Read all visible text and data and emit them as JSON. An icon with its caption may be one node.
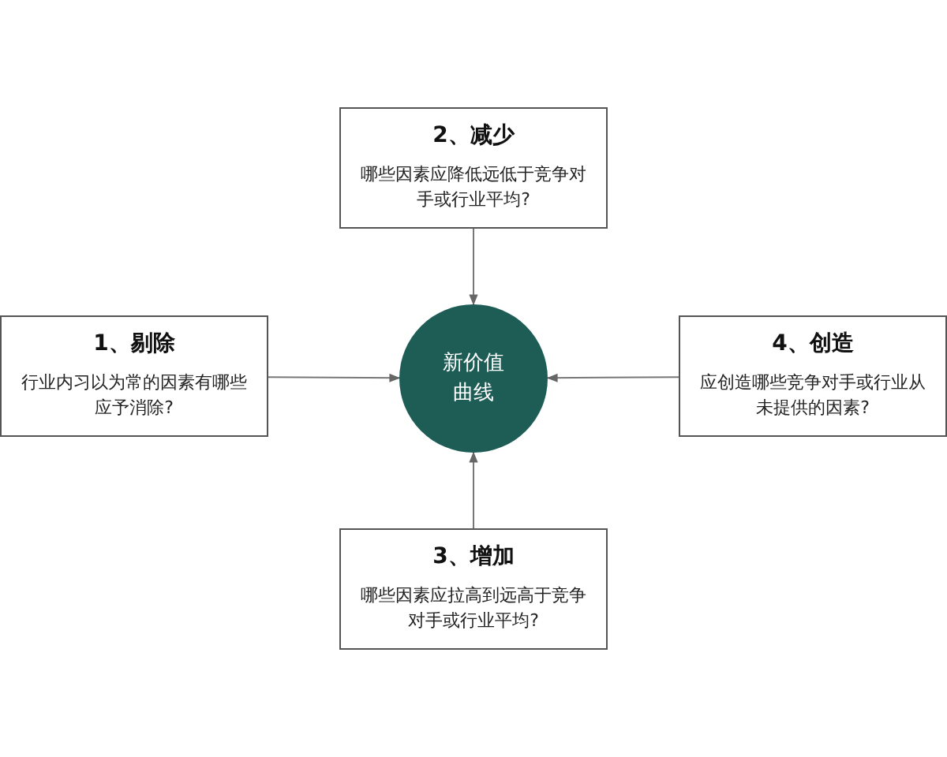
{
  "diagram": {
    "nodes": [
      {
        "text": [
          "2、减少",
          "哪些因素应降低远低于竞争对手或行业平均?"
        ]
      },
      {
        "text": [
          "1、剔除",
          "行业内习以为常的因素有哪些应予消除?"
        ]
      },
      {
        "text": [
          "新价值曲线"
        ]
      },
      {
        "text": [
          "4、创造",
          "应创造哪些竞争对手或行业从未提供的因素?"
        ]
      },
      {
        "text": [
          "3、增加",
          "哪些因素应拉高到远高于竞争对手或行业平均?"
        ]
      }
    ],
    "edges": [
      {
        "from": 0,
        "to": 2,
        "arrow": "to"
      },
      {
        "from": 1,
        "to": 2,
        "arrow": "to"
      },
      {
        "from": 3,
        "to": 2,
        "arrow": "to"
      },
      {
        "from": 4,
        "to": 2,
        "arrow": "to"
      }
    ]
  }
}
